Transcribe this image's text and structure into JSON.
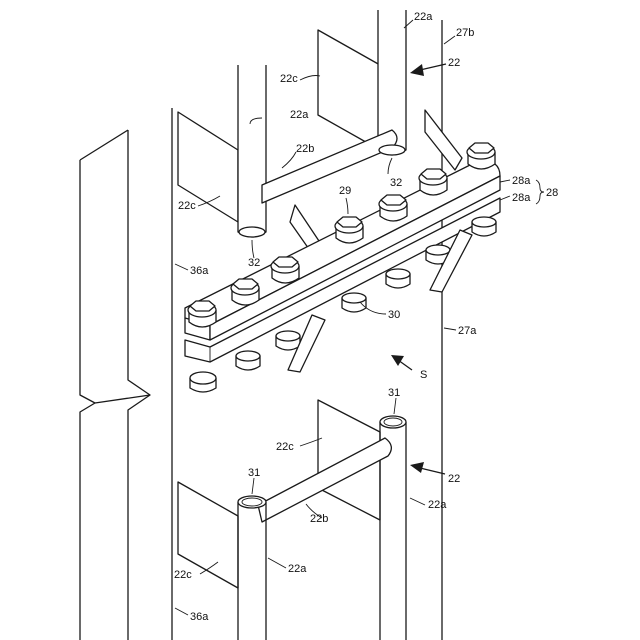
{
  "labels": {
    "l_22a_top": "22a",
    "l_27b": "27b",
    "l_22_top": "22",
    "l_22c_top": "22c",
    "l_22a_mid": "22a",
    "l_22b_top": "22b",
    "l_32_right": "32",
    "l_22c_left": "22c",
    "l_29": "29",
    "l_32_left": "32",
    "l_28a_upper": "28a",
    "l_28": "28",
    "l_28a_lower": "28a",
    "l_36a_top": "36a",
    "l_30": "30",
    "l_27a": "27a",
    "l_S": "S",
    "l_31_right": "31",
    "l_22c_lower": "22c",
    "l_22_lower": "22",
    "l_31_left": "31",
    "l_22a_lower_right": "22a",
    "l_22b_lower": "22b",
    "l_22c_bottom": "22c",
    "l_22a_bottom": "22a",
    "l_36a_bottom": "36a"
  }
}
